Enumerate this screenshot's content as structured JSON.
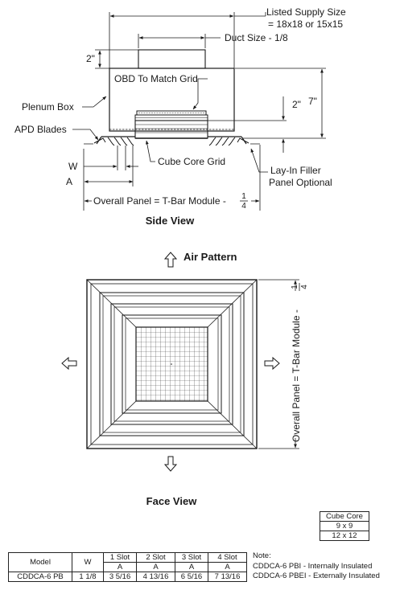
{
  "side_view": {
    "title": "Side View",
    "labels": {
      "listed_supply_line1": "Listed Supply Size",
      "listed_supply_line2": "= 18x18 or 15x15",
      "duct_size": "Duct Size - 1/8",
      "dim_2_top": "2\"",
      "obd": "OBD To Match Grid",
      "plenum_box": "Plenum Box",
      "dim_2_right": "2\"",
      "dim_7_right": "7\"",
      "apd_blades": "APD Blades",
      "w": "W",
      "cube_core_grid": "Cube Core Grid",
      "lay_in_line1": "Lay-In Filler",
      "lay_in_line2": "Panel Optional",
      "a": "A",
      "overall_panel": "Overall Panel = T-Bar Module -",
      "frac_num": "1",
      "frac_den": "4"
    }
  },
  "face_view": {
    "title": "Face View",
    "air_pattern": "Air Pattern",
    "overall_panel": "Overall Panel = T-Bar Module -",
    "frac_num": "1",
    "frac_den": "4"
  },
  "cube_core_table": {
    "header": "Cube Core",
    "rows": [
      "9 x 9",
      "12 x 12"
    ]
  },
  "spec_table": {
    "col_model": "Model",
    "col_w": "W",
    "slot_headers": [
      "1 Slot",
      "2 Slot",
      "3 Slot",
      "4 Slot"
    ],
    "slot_sub": [
      "A",
      "A",
      "A",
      "A"
    ],
    "row": {
      "model": "CDDCA-6 PB",
      "w": "1 1/8",
      "a_values": [
        "3 5/16",
        "4 13/16",
        "6 5/16",
        "7 13/16"
      ]
    }
  },
  "note": {
    "title": "Note:",
    "lines": [
      "CDDCA-6 PBI - Internally Insulated",
      "CDDCA-6 PBEI - Externally Insulated"
    ]
  }
}
